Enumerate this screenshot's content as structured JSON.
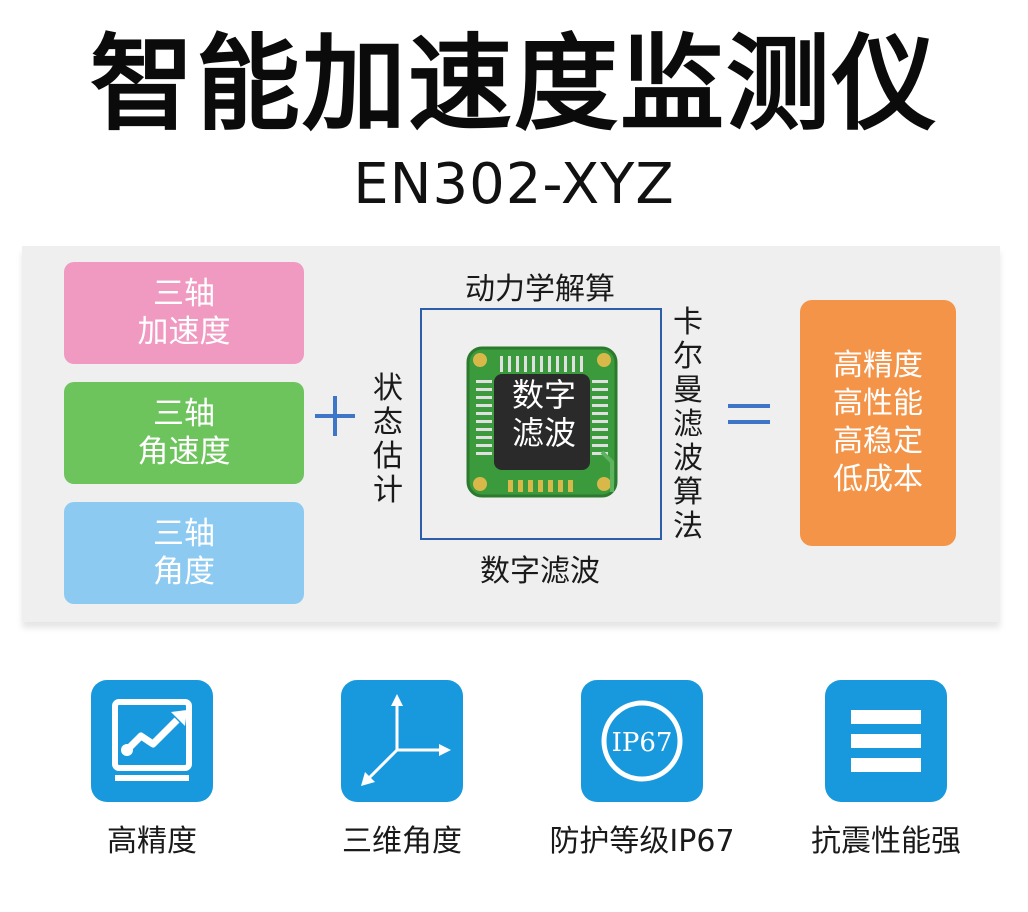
{
  "header": {
    "title": "智能加速度监测仪",
    "model": "EN302-XYZ"
  },
  "diagram": {
    "inputs": [
      {
        "line1": "三轴",
        "line2": "加速度",
        "color": "#f09ac2"
      },
      {
        "line1": "三轴",
        "line2": "角速度",
        "color": "#6ec45c"
      },
      {
        "line1": "三轴",
        "line2": "角度",
        "color": "#8ccaf2"
      }
    ],
    "state_estimation": "状态估计",
    "dynamics_label": "动力学解算",
    "chip_line1": "数字",
    "chip_line2": "滤波",
    "digital_filter_label": "数字滤波",
    "kalman_label": "卡尔曼滤波算法",
    "outputs": [
      "高精度",
      "高性能",
      "高稳定",
      "低成本"
    ],
    "output_color": "#f39448",
    "accent_color": "#3f75c7"
  },
  "features": [
    {
      "icon": "chart-trend-icon",
      "label": "高精度"
    },
    {
      "icon": "3d-axes-icon",
      "label": "三维角度"
    },
    {
      "icon": "ip67-badge-icon",
      "label": "防护等级IP67"
    },
    {
      "icon": "menu-bars-icon",
      "label": "抗震性能强"
    }
  ],
  "tile_color": "#1999dd"
}
